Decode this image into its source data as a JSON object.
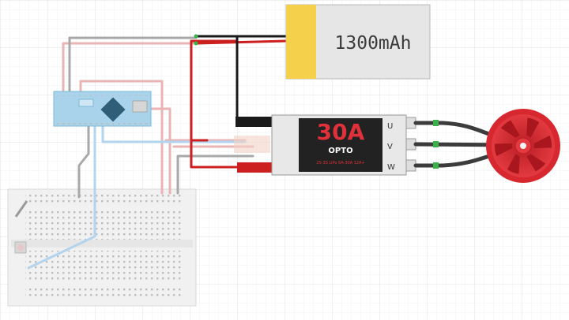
{
  "battery": {
    "capacity_label": "1300mAh"
  },
  "esc": {
    "rating_label": "30A",
    "brand_label": "OPTO",
    "spec_label": "2S-3S LiPo 6A-30A 12A+",
    "phase_labels": [
      "U",
      "V",
      "W"
    ]
  },
  "colors": {
    "grid_minor": "#eef1f6",
    "grid_major": "#dde2ea",
    "battery_body": "#e6e6e6",
    "battery_cap": "#f5d04a",
    "esc_body": "#e8e8e8",
    "esc_label_bg": "#222222",
    "esc_text_red": "#e0303a",
    "motor_red": "#d7282f",
    "arduino_blue": "#a8d3ea",
    "breadboard": "#f1f1f1",
    "wire_red": "#cc1f1f",
    "wire_black": "#1a1a1a",
    "wire_pink": "#eab4b4",
    "wire_gray": "#a8a8a8",
    "wire_lightblue": "#b3d4ee"
  }
}
